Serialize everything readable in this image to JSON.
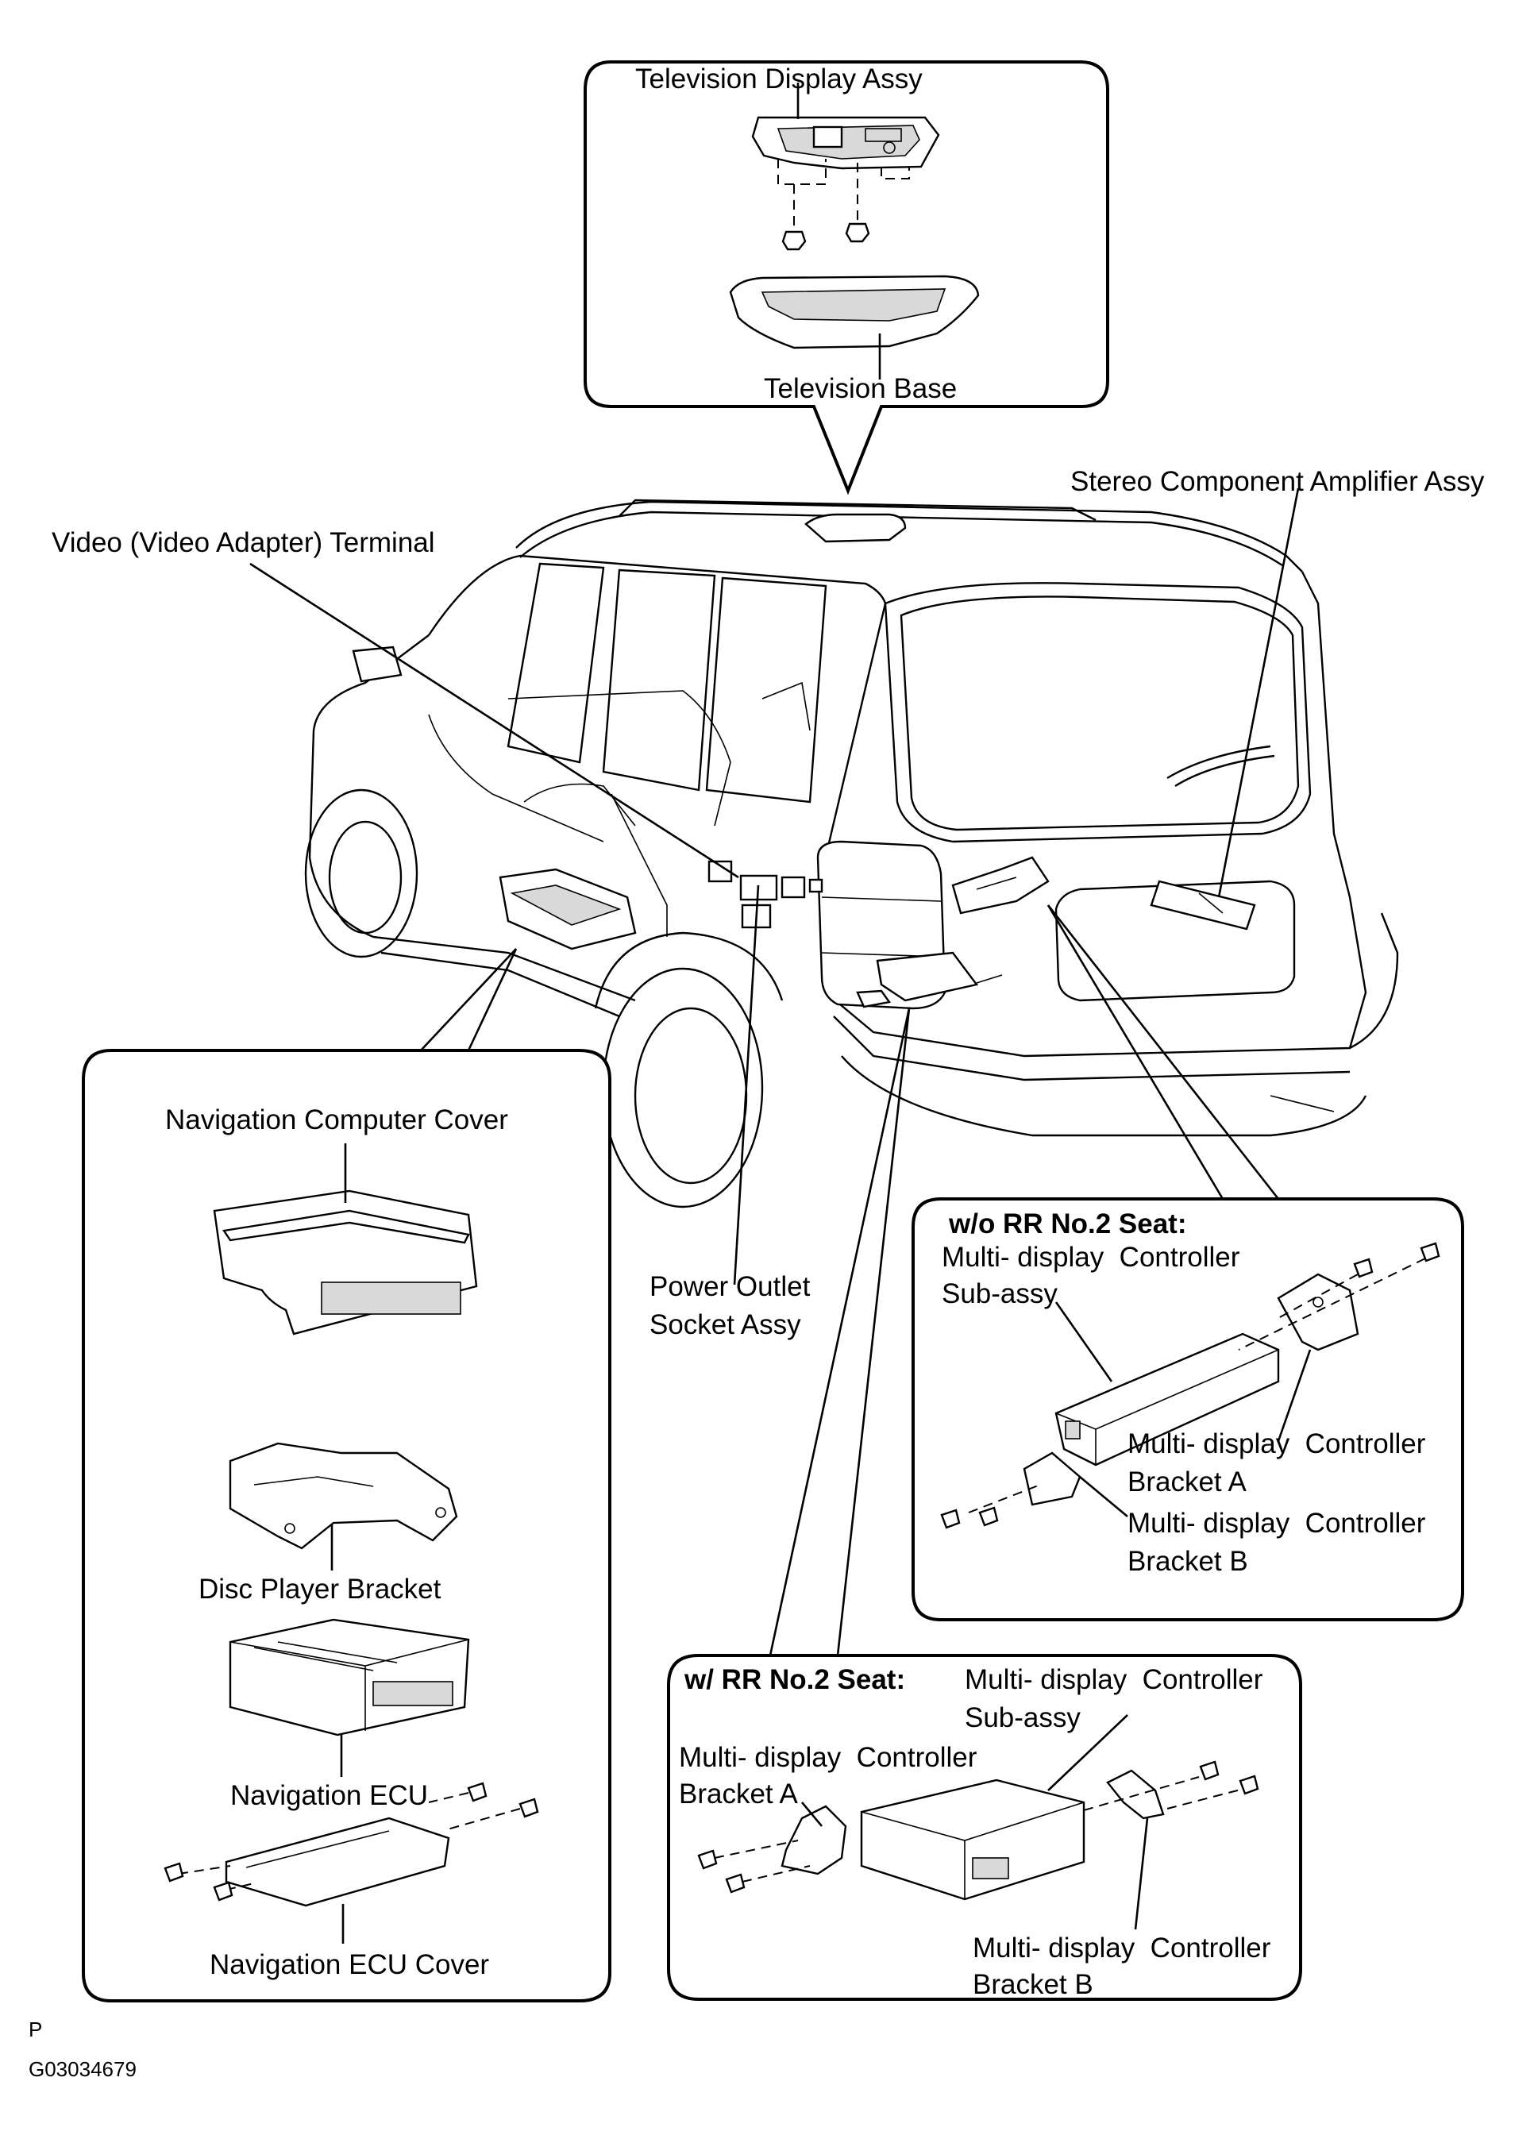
{
  "labels": {
    "television_display_assy": "Television Display Assy",
    "television_base": "Television Base",
    "stereo_amp": "Stereo Component Amplifier Assy",
    "video_terminal": "Video (Video Adapter) Terminal",
    "nav_computer_cover": "Navigation Computer Cover",
    "disc_player_bracket": "Disc Player Bracket",
    "navigation_ecu": "Navigation ECU",
    "navigation_ecu_cover": "Navigation ECU Cover",
    "power_outlet_line1": "Power Outlet",
    "power_outlet_line2": "Socket Assy"
  },
  "wo_rr_box": {
    "header": "w/o RR No.2 Seat:",
    "controller_line1": "Multi- display  Controller",
    "controller_line2": "Sub-assy",
    "bracket_a_line1": "Multi- display  Controller",
    "bracket_a_line2": "Bracket A",
    "bracket_b_line1": "Multi- display  Controller",
    "bracket_b_line2": "Bracket B"
  },
  "w_rr_box": {
    "header": "w/ RR No.2 Seat:",
    "controller_line1": "Multi- display  Controller",
    "controller_line2": "Sub-assy",
    "bracket_a_line1": "Multi- display  Controller",
    "bracket_a_line2": "Bracket A",
    "bracket_b_line1": "Multi- display  Controller",
    "bracket_b_line2": "Bracket B"
  },
  "footer": {
    "code_letter": "P",
    "figure_number": "G03034679"
  }
}
